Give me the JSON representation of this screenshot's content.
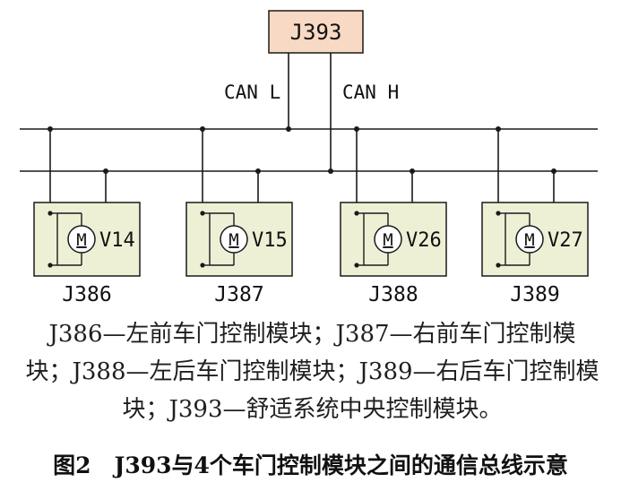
{
  "central_module": {
    "label": "J393"
  },
  "bus": {
    "can_low_label": "CAN L",
    "can_high_label": "CAN H"
  },
  "door_modules": [
    {
      "module": "J386",
      "motor": "V14"
    },
    {
      "module": "J387",
      "motor": "V15"
    },
    {
      "module": "J388",
      "motor": "V26"
    },
    {
      "module": "J389",
      "motor": "V27"
    }
  ],
  "motor_symbol": "M",
  "legend": {
    "line1": "J386—左前车门控制模块；J387—右前车门控制模",
    "line2": "块；J388—左后车门控制模块；J389—右后车门控制模",
    "line3": "块；J393—舒适系统中央控制模块。"
  },
  "figure": {
    "label": "图2",
    "title": "J393与4个车门控制模块之间的通信总线示意"
  },
  "colors": {
    "central_box_fill": "#f7d9c4",
    "module_box_fill": "#eef0d6",
    "line": "#1a1a1a"
  }
}
